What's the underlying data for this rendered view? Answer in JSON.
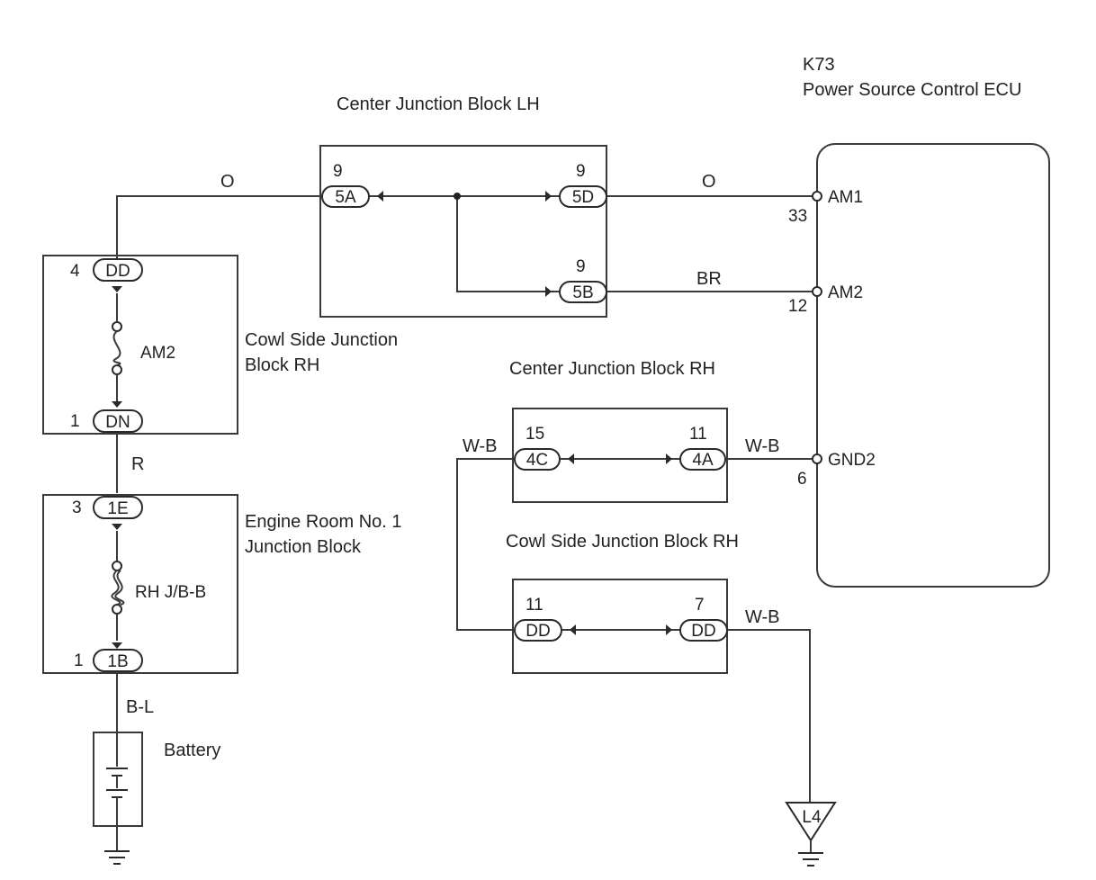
{
  "ecu": {
    "code": "K73",
    "name": "Power Source Control ECU",
    "pins": [
      {
        "name": "AM1",
        "number": "33"
      },
      {
        "name": "AM2",
        "number": "12"
      },
      {
        "name": "GND2",
        "number": "6"
      }
    ]
  },
  "blocks": {
    "center_lh": {
      "title": "Center Junction Block LH",
      "connectors": {
        "left": {
          "id": "5A",
          "pin": "9"
        },
        "top_right": {
          "id": "5D",
          "pin": "9"
        },
        "bottom_right": {
          "id": "5B",
          "pin": "9"
        }
      }
    },
    "cowl_rh_left": {
      "title_line1": "Cowl Side Junction",
      "title_line2": "Block RH",
      "fuse": "AM2",
      "connectors": {
        "top": {
          "id": "DD",
          "pin": "4"
        },
        "bottom": {
          "id": "DN",
          "pin": "1"
        }
      }
    },
    "engine_room": {
      "title_line1": "Engine Room No. 1",
      "title_line2": "Junction Block",
      "fuse": "RH J/B-B",
      "connectors": {
        "top": {
          "id": "1E",
          "pin": "3"
        },
        "bottom": {
          "id": "1B",
          "pin": "1"
        }
      }
    },
    "center_rh": {
      "title": "Center Junction Block RH",
      "connectors": {
        "left": {
          "id": "4C",
          "pin": "15"
        },
        "right": {
          "id": "4A",
          "pin": "11"
        }
      }
    },
    "cowl_rh_bottom": {
      "title": "Cowl Side Junction Block RH",
      "connectors": {
        "left": {
          "id": "DD",
          "pin": "11"
        },
        "right": {
          "id": "DD",
          "pin": "7"
        }
      }
    }
  },
  "battery": {
    "label": "Battery"
  },
  "ground_point": {
    "label": "L4"
  },
  "wires": {
    "top_left": "O",
    "top_right": "O",
    "br": "BR",
    "r": "R",
    "bl": "B-L",
    "wb_left": "W-B",
    "wb_gnd2": "W-B",
    "wb_bottom": "W-B"
  }
}
